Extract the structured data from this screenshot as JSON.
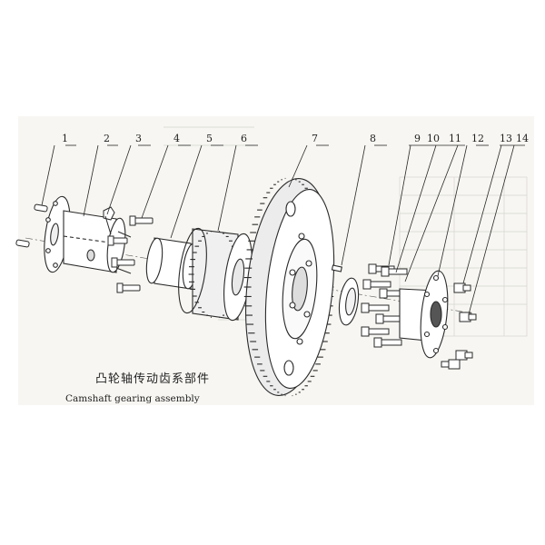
{
  "caption": {
    "title_cn": "凸轮轴传动齿系部件",
    "title_en": "Camshaft gearing assembly"
  },
  "callouts": [
    "1",
    "2",
    "3",
    "4",
    "5",
    "6",
    "7",
    "8",
    "9",
    "10",
    "11",
    "12",
    "13",
    "14"
  ],
  "colors": {
    "line": "#2a2a2a",
    "paper": "#f7f6f2",
    "ghost": "#c9c7c2"
  }
}
